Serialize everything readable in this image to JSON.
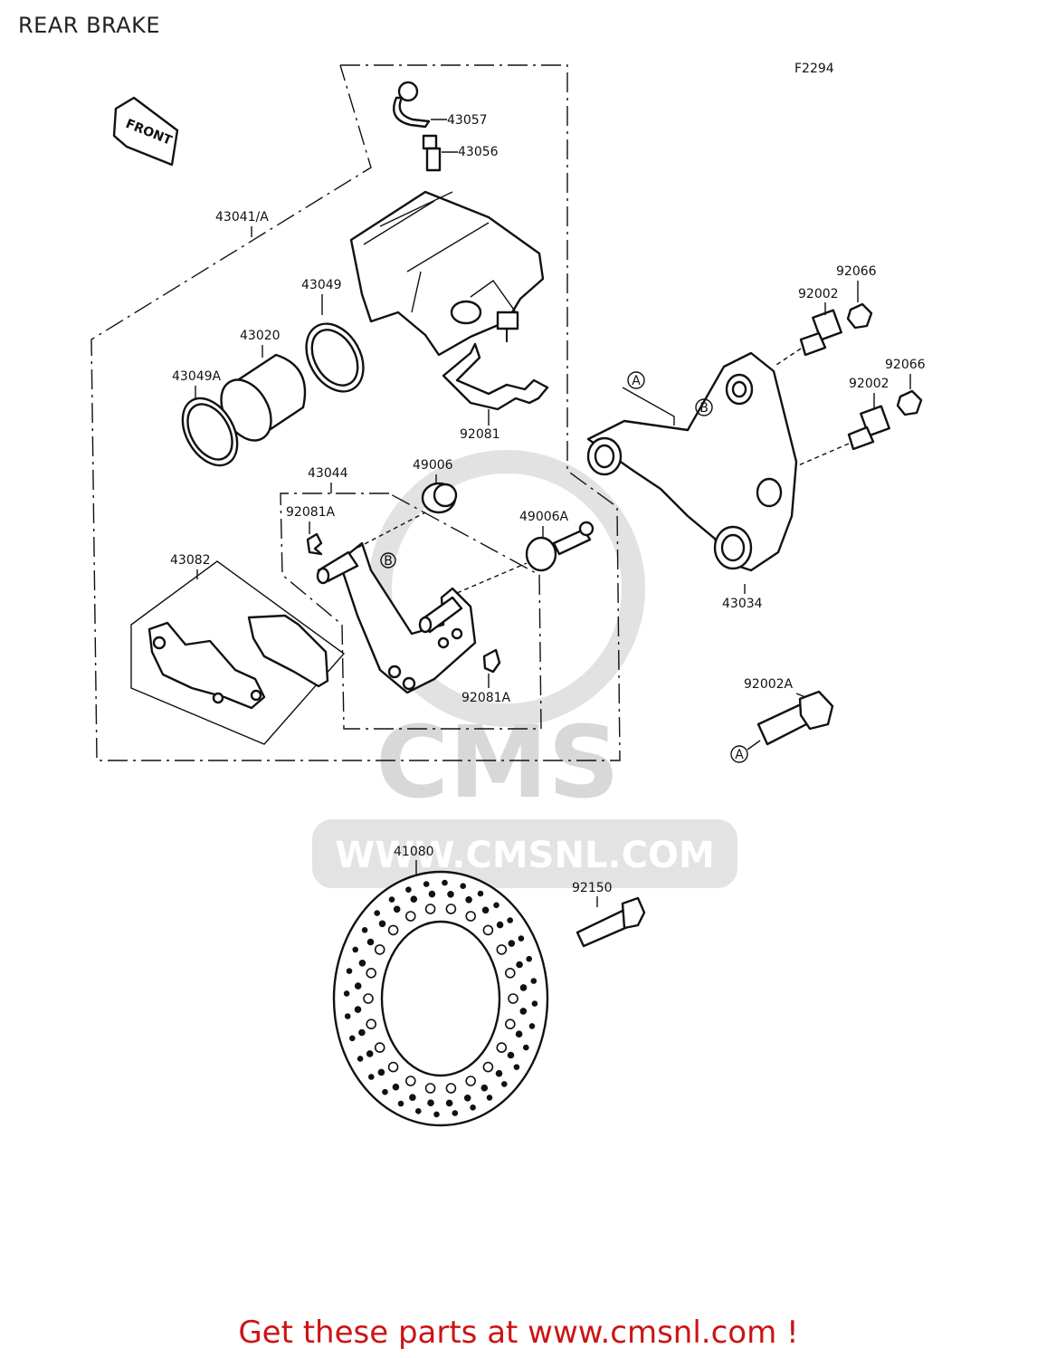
{
  "page": {
    "title": "REAR BRAKE",
    "diagram_code": "F2294",
    "front_arrow_label": "FRONT",
    "footer": "Get these parts at www.cmsnl.com !"
  },
  "watermark": {
    "logo_text": "CMS",
    "url": "WWW.CMSNL.COM"
  },
  "callouts": {
    "c43057": "43057",
    "c43056": "43056",
    "c43041A": "43041/A",
    "c43049": "43049",
    "c43020": "43020",
    "c43049A": "43049A",
    "c92081": "92081",
    "c43044": "43044",
    "c49006": "49006",
    "c92081A_top": "92081A",
    "c49006A": "49006A",
    "c43082": "43082",
    "c92081A_bottom": "92081A",
    "c92066_top": "92066",
    "c92002_top": "92002",
    "c92066_bottom": "92066",
    "c92002_bottom": "92002",
    "c43034": "43034",
    "c92002A": "92002A",
    "c41080": "41080",
    "c92150": "92150"
  },
  "markers": {
    "a1": "A",
    "a2": "A",
    "b1": "B",
    "b2": "B"
  }
}
